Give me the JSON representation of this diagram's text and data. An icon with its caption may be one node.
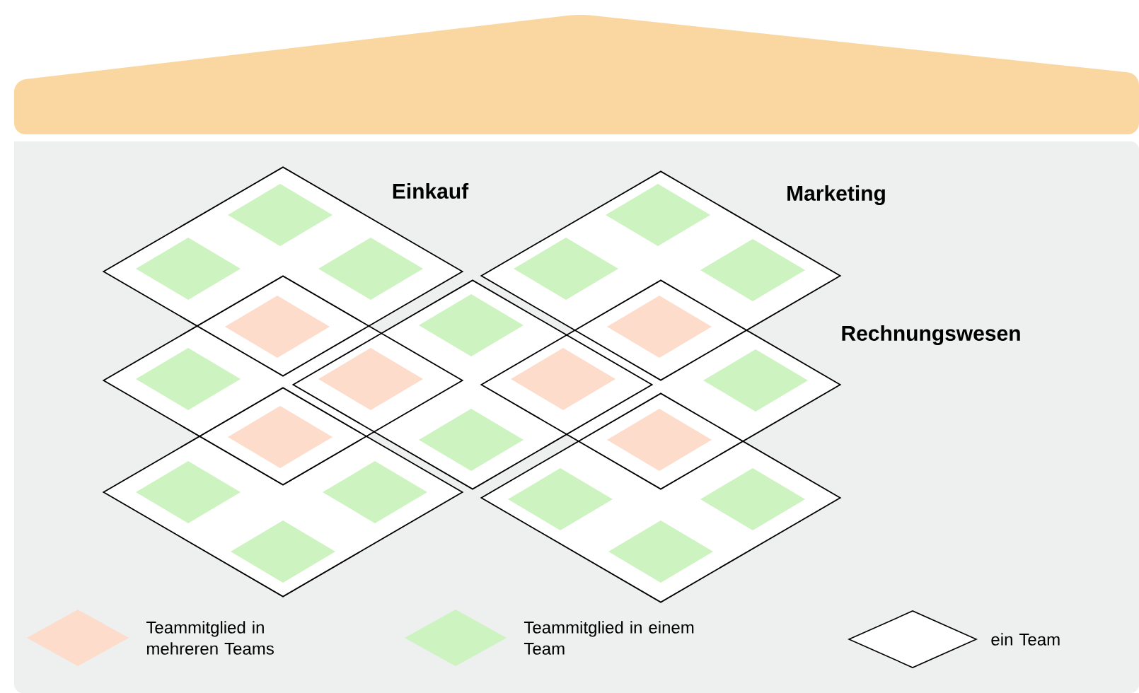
{
  "diagram": {
    "nodes": [
      {
        "text": [],
        "shape": "box"
      },
      {
        "text": [
          "Einkauf"
        ]
      },
      {
        "text": [
          "Marketing"
        ]
      },
      {
        "text": [],
        "shape": "diamond"
      },
      {
        "text": [],
        "shape": "diamond"
      },
      {
        "text": [
          "Rechnungswesen"
        ]
      },
      {
        "text": [],
        "shape": "diamond"
      },
      {
        "text": [],
        "shape": "diamond"
      }
    ],
    "legend": [
      {
        "text": "Teammitglied in mehreren Teams",
        "color": "#fddccb"
      },
      {
        "text": "Teammitglied in einem Team",
        "color": "#cdf3c0"
      },
      {
        "text": "ein Team"
      }
    ]
  }
}
